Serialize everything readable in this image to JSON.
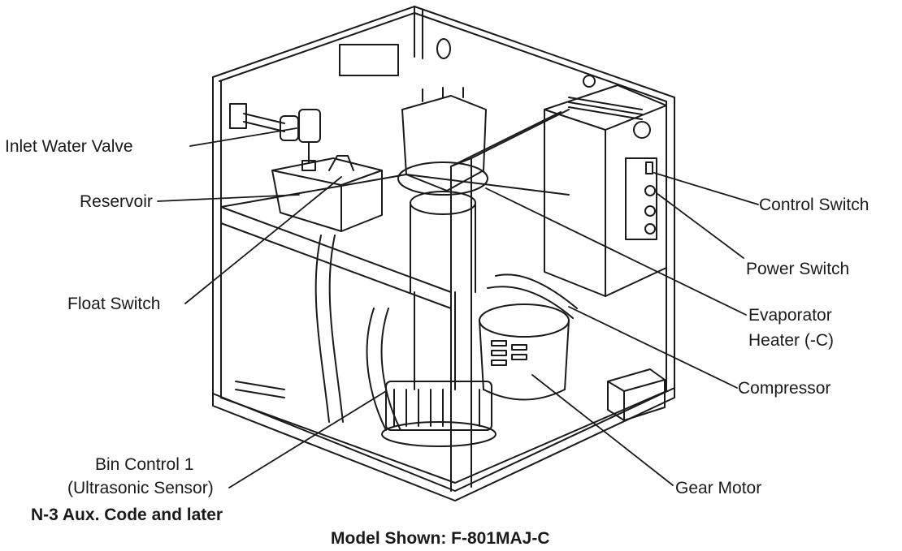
{
  "callouts": {
    "inlet_water_valve": "Inlet Water Valve",
    "reservoir": "Reservoir",
    "float_switch": "Float Switch",
    "bin_control_line1": "Bin Control 1",
    "bin_control_line2": "(Ultrasonic Sensor)",
    "control_switch": "Control Switch",
    "power_switch": "Power Switch",
    "evaporator_heater_line1": "Evaporator",
    "evaporator_heater_line2": "Heater (-C)",
    "compressor": "Compressor",
    "gear_motor": "Gear Motor"
  },
  "notes": {
    "aux_code": "N-3 Aux. Code and later",
    "model_shown": "Model Shown: F-801MAJ-C"
  }
}
